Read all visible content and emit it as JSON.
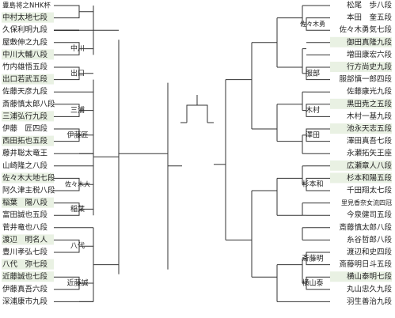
{
  "bracket": {
    "left": {
      "players": [
        {
          "name": "豊島将之NHK杯",
          "winner": false
        },
        {
          "name": "中村太地七段",
          "winner": true
        },
        {
          "name": "久保利明九段",
          "winner": false
        },
        {
          "name": "屋敷伸之九段",
          "winner": false
        },
        {
          "name": "中川大輔八段",
          "winner": true
        },
        {
          "name": "竹内雄悟五段",
          "winner": false
        },
        {
          "name": "出口若武五段",
          "winner": true
        },
        {
          "name": "佐藤天彦九段",
          "winner": false
        },
        {
          "name": "斎藤慎太郎八段",
          "winner": false
        },
        {
          "name": "三浦弘行九段",
          "winner": true
        },
        {
          "name": "伊藤　匠四段",
          "winner": false
        },
        {
          "name": "西田拓也五段",
          "winner": true
        },
        {
          "name": "藤井聡太竜王",
          "winner": false
        },
        {
          "name": "山崎隆之八段",
          "winner": false
        },
        {
          "name": "佐々木大地七段",
          "winner": true
        },
        {
          "name": "阿久津主税八段",
          "winner": false
        },
        {
          "name": "稲葉　陽八段",
          "winner": true
        },
        {
          "name": "富田誠也五段",
          "winner": false
        },
        {
          "name": "菅井竜也八段",
          "winner": false
        },
        {
          "name": "渡辺　明名人",
          "winner": true
        },
        {
          "name": "豊川孝弘七段",
          "winner": false
        },
        {
          "name": "八代　弥七段",
          "winner": true
        },
        {
          "name": "近藤誠也七段",
          "winner": true
        },
        {
          "name": "伊藤真吾六段",
          "winner": false
        },
        {
          "name": "深浦康市九段",
          "winner": false
        }
      ],
      "round_labels": [
        "中川",
        "出口",
        "三浦",
        "伊藤匠",
        "佐々木大",
        "稲葉",
        "八代",
        "近藤誠"
      ]
    },
    "right": {
      "players": [
        {
          "name": "松尾　歩八段",
          "winner": false
        },
        {
          "name": "本田　奎五段",
          "winner": false
        },
        {
          "name": "佐々木勇気七段",
          "winner": false
        },
        {
          "name": "御田真隆九段",
          "winner": true
        },
        {
          "name": "増田康宏六段",
          "winner": false
        },
        {
          "name": "行方尚史九段",
          "winner": true
        },
        {
          "name": "服部慎一郎四段",
          "winner": false
        },
        {
          "name": "佐藤康光九段",
          "winner": false
        },
        {
          "name": "黒田尭之五段",
          "winner": true
        },
        {
          "name": "木村一基九段",
          "winner": false
        },
        {
          "name": "池永天志五段",
          "winner": true
        },
        {
          "name": "澤田真吾七段",
          "winner": false
        },
        {
          "name": "永瀬拓矢王座",
          "winner": false
        },
        {
          "name": "広瀬章人八段",
          "winner": true
        },
        {
          "name": "杉本和陽五段",
          "winner": true
        },
        {
          "name": "千田翔太七段",
          "winner": false
        },
        {
          "name": "里見香奈女流四冠",
          "winner": false
        },
        {
          "name": "今泉健司五段",
          "winner": false
        },
        {
          "name": "斎藤慎太郎八段",
          "winner": false
        },
        {
          "name": "糸谷哲郎八段",
          "winner": false
        },
        {
          "name": "渡辺和史四段",
          "winner": false
        },
        {
          "name": "斎藤明日斗五段",
          "winner": false
        },
        {
          "name": "横山泰明七段",
          "winner": true
        },
        {
          "name": "丸山忠久九段",
          "winner": false
        },
        {
          "name": "羽生善治九段",
          "winner": false
        }
      ],
      "round_labels": [
        "佐々木勇",
        "服部",
        "木村",
        "澤田",
        "杉本和",
        "斎藤明",
        "横山泰"
      ]
    }
  },
  "colors": {
    "winner_fill": "#e9f1e3",
    "line": "#333333"
  }
}
